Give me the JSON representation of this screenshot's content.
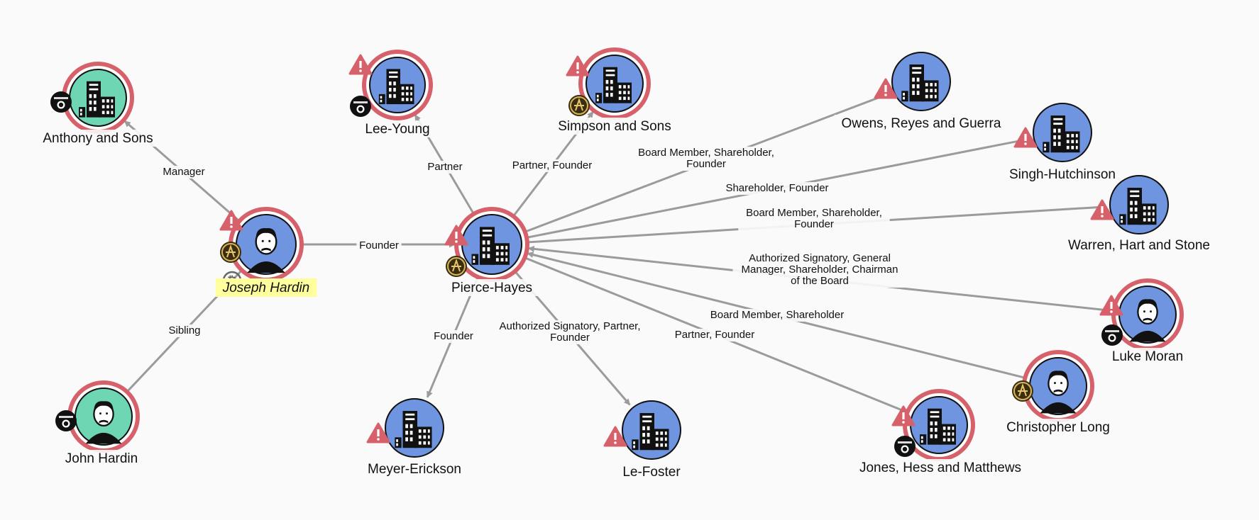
{
  "colors": {
    "background": "#fafafa",
    "org_fill": "#6f95e0",
    "person_fill": "#6f95e0",
    "alt_fill": "#6fd6b3",
    "risk_ring": "#d6616b",
    "edge": "#9b9b9b",
    "warning": "#d6616b",
    "highlight": "#ffff9e"
  },
  "nodes": [
    {
      "id": "anthony",
      "label": "Anthony and Sons",
      "kind": "org",
      "fill": "alt",
      "ring": true,
      "badges": [
        "flag-icon"
      ]
    },
    {
      "id": "lee",
      "label": "Lee-Young",
      "kind": "org",
      "fill": "org",
      "ring": true,
      "badges": [
        "warning-icon",
        "flag-icon"
      ]
    },
    {
      "id": "simpson",
      "label": "Simpson and Sons",
      "kind": "org",
      "fill": "org",
      "ring": true,
      "badges": [
        "warning-icon",
        "emblem-icon"
      ]
    },
    {
      "id": "owens",
      "label": "Owens, Reyes and Guerra",
      "kind": "org",
      "fill": "org",
      "ring": false,
      "badges": [
        "warning-icon"
      ]
    },
    {
      "id": "singh",
      "label": "Singh-Hutchinson",
      "kind": "org",
      "fill": "org",
      "ring": false,
      "badges": [
        "warning-icon"
      ]
    },
    {
      "id": "warren",
      "label": "Warren, Hart and Stone",
      "kind": "org",
      "fill": "org",
      "ring": false,
      "badges": [
        "warning-icon"
      ]
    },
    {
      "id": "joseph",
      "label": "Joseph Hardin",
      "kind": "person",
      "fill": "person",
      "ring": true,
      "highlight": true,
      "badges": [
        "warning-icon",
        "emblem-icon",
        "bitcoin-icon"
      ]
    },
    {
      "id": "pierce",
      "label": "Pierce-Hayes",
      "kind": "org",
      "fill": "org",
      "ring": true,
      "badges": [
        "warning-icon",
        "emblem-icon"
      ]
    },
    {
      "id": "luke",
      "label": "Luke Moran",
      "kind": "person",
      "fill": "person",
      "ring": true,
      "badges": [
        "warning-icon",
        "flag-icon"
      ]
    },
    {
      "id": "christopher",
      "label": "Christopher Long",
      "kind": "person",
      "fill": "person",
      "ring": true,
      "badges": [
        "emblem-icon"
      ]
    },
    {
      "id": "john",
      "label": "John Hardin",
      "kind": "person",
      "fill": "alt",
      "ring": true,
      "badges": [
        "flag-icon"
      ]
    },
    {
      "id": "meyer",
      "label": "Meyer-Erickson",
      "kind": "org",
      "fill": "org",
      "ring": false,
      "badges": [
        "warning-icon"
      ]
    },
    {
      "id": "lefoster",
      "label": "Le-Foster",
      "kind": "org",
      "fill": "org",
      "ring": false,
      "badges": [
        "warning-icon"
      ]
    },
    {
      "id": "jones",
      "label": "Jones, Hess and Matthews",
      "kind": "org",
      "fill": "org",
      "ring": true,
      "badges": [
        "warning-icon",
        "flag-icon"
      ]
    }
  ],
  "edges": [
    {
      "from": "joseph",
      "to": "anthony",
      "label": [
        "Manager"
      ],
      "arrow": "end"
    },
    {
      "from": "john",
      "to": "joseph",
      "label": [
        "Sibling"
      ],
      "arrow": "none"
    },
    {
      "from": "joseph",
      "to": "pierce",
      "label": [
        "Founder"
      ],
      "arrow": "end"
    },
    {
      "from": "pierce",
      "to": "lee",
      "label": [
        "Partner"
      ],
      "arrow": "end"
    },
    {
      "from": "pierce",
      "to": "simpson",
      "label": [
        "Partner, Founder"
      ],
      "arrow": "end"
    },
    {
      "from": "pierce",
      "to": "owens",
      "label": [
        "Board Member, Shareholder,",
        "Founder"
      ],
      "arrow": "end"
    },
    {
      "from": "pierce",
      "to": "singh",
      "label": [
        "Shareholder, Founder"
      ],
      "arrow": "end"
    },
    {
      "from": "pierce",
      "to": "warren",
      "label": [
        "Board Member, Shareholder,",
        "Founder"
      ],
      "arrow": "end"
    },
    {
      "from": "luke",
      "to": "pierce",
      "label": [
        "Authorized Signatory, General",
        "Manager, Shareholder, Chairman",
        "of the Board"
      ],
      "arrow": "end"
    },
    {
      "from": "christopher",
      "to": "pierce",
      "label": [
        "Board Member, Shareholder"
      ],
      "arrow": "end"
    },
    {
      "from": "pierce",
      "to": "jones",
      "label": [
        "Partner, Founder"
      ],
      "arrow": "end"
    },
    {
      "from": "pierce",
      "to": "meyer",
      "label": [
        "Founder"
      ],
      "arrow": "end"
    },
    {
      "from": "pierce",
      "to": "lefoster",
      "label": [
        "Authorized Signatory, Partner,",
        "Founder"
      ],
      "arrow": "end"
    }
  ]
}
